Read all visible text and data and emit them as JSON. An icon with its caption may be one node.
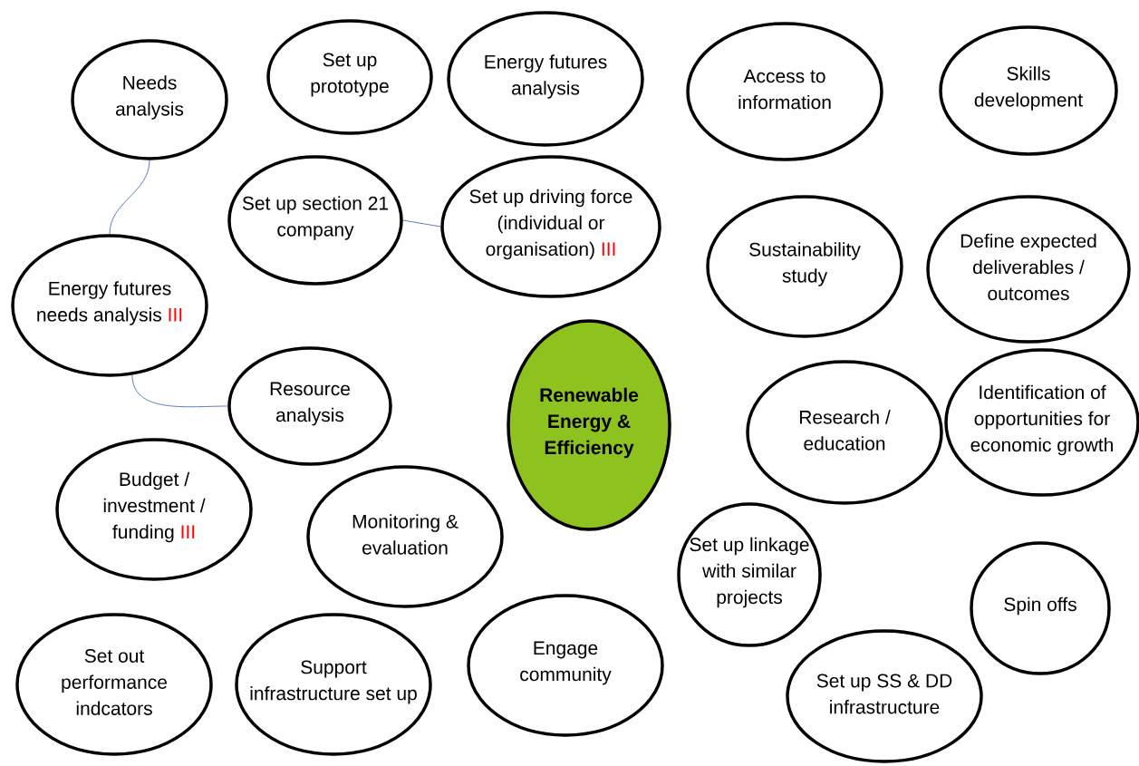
{
  "diagram": {
    "nodes": [
      {
        "text": [
          "Needs analysis"
        ]
      },
      {
        "text": [
          "Set up prototype"
        ]
      },
      {
        "text": [
          "Energy futures analysis"
        ]
      },
      {
        "text": [
          "Access to information"
        ]
      },
      {
        "text": [
          "Skills development"
        ]
      },
      {
        "text": [
          "Set up section 21 company"
        ]
      },
      {
        "text": [
          "Set up driving force (individual or organisation)",
          "III"
        ]
      },
      {
        "text": [
          "Sustainability study"
        ]
      },
      {
        "text": [
          "Define expected deliverables / outcomes"
        ]
      },
      {
        "text": [
          "Energy futures needs analysis",
          "III"
        ]
      },
      {
        "text": [
          "Resource analysis"
        ]
      },
      {
        "text": [
          "Renewable Energy & Efficiency"
        ]
      },
      {
        "text": [
          "Research / education"
        ]
      },
      {
        "text": [
          "Identification of opportunities for economic growth"
        ]
      },
      {
        "text": [
          "Budget / investment / funding",
          "III"
        ]
      },
      {
        "text": [
          "Monitoring & evaluation"
        ]
      },
      {
        "text": [
          "Set up linkage with similar projects"
        ]
      },
      {
        "text": [
          "Spin offs"
        ]
      },
      {
        "text": [
          "Set out performance indcators"
        ]
      },
      {
        "text": [
          "Support infrastructure set up"
        ]
      },
      {
        "text": [
          "Engage community"
        ]
      },
      {
        "text": [
          "Set up SS & DD infrastructure"
        ]
      }
    ],
    "edges": [
      {
        "from": 0,
        "to": 9,
        "arrow": "none",
        "color": "#4472c4"
      },
      {
        "from": 5,
        "to": 6,
        "arrow": "none",
        "color": "#4472c4"
      },
      {
        "from": 9,
        "to": 10,
        "arrow": "none",
        "color": "#4472c4"
      }
    ]
  }
}
